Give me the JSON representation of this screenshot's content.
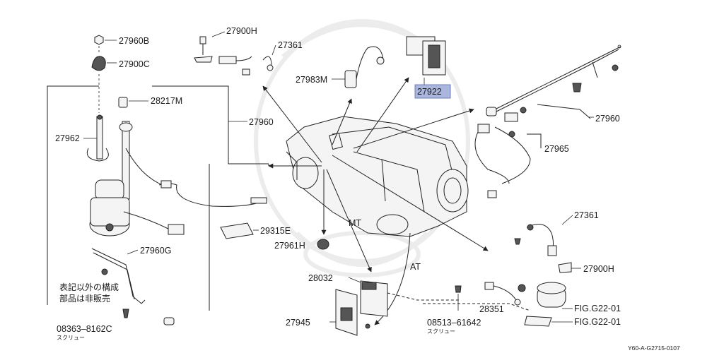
{
  "diagram": {
    "part_labels": {
      "p27960B": "27960B",
      "p27900C": "27900C",
      "p27900H_top": "27900H",
      "p27361_top": "27361",
      "p27983M": "27983M",
      "p27922": "27922",
      "p28217M": "28217M",
      "p27960_left": "27960",
      "p27960_right": "27960",
      "p27962": "27962",
      "p27965": "27965",
      "p29315E": "29315E",
      "p27961H": "27961H",
      "p27960G": "27960G",
      "p27361_right": "27361",
      "p27900H_right": "27900H",
      "p28032": "28032",
      "p28351": "28351",
      "p27945": "27945",
      "p08513": "08513–61642",
      "p08363": "08363–8162C",
      "fig1": "FIG.G22-01",
      "fig2": "FIG.G22-01"
    },
    "screw_labels": {
      "left": "スクリュー",
      "right": "スクリュー"
    },
    "note": {
      "line1": "表記以外の構成",
      "line2": "部品は非販売"
    },
    "transmission": {
      "mt": "MT",
      "at": "AT"
    },
    "footer_code": "Y60-A-G2715-0107"
  }
}
